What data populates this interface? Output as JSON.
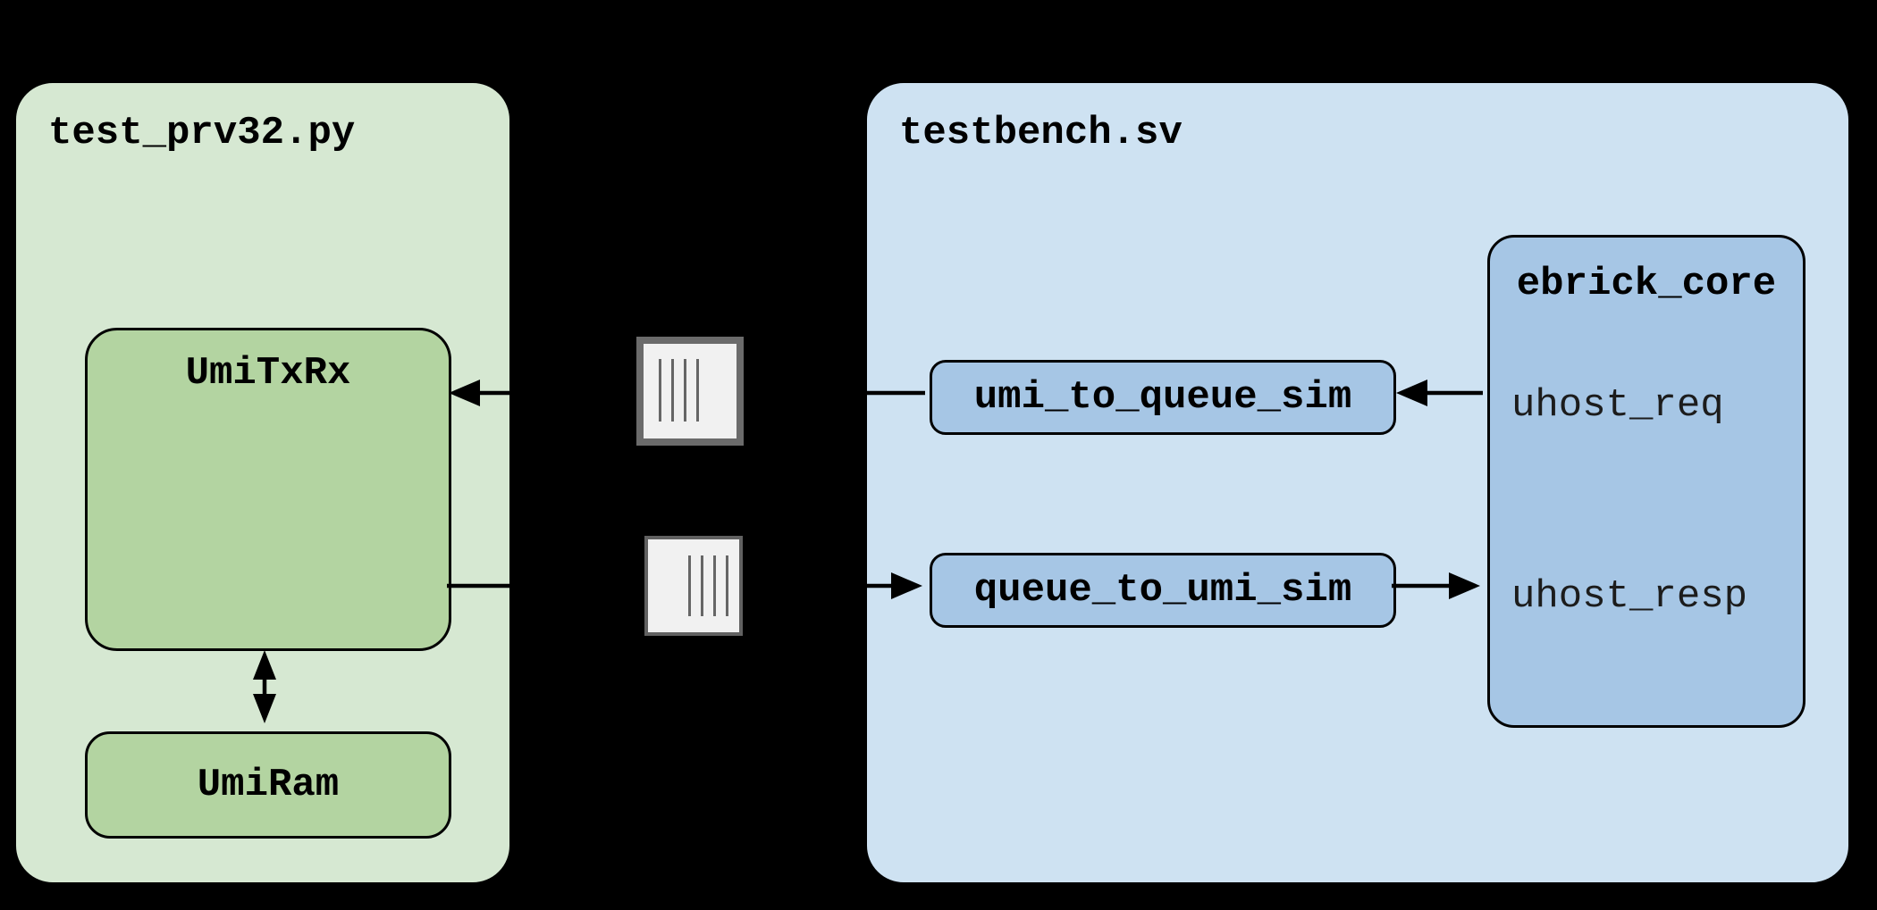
{
  "python_group": {
    "title": "test_prv32.py",
    "nodes": [
      {
        "label": "UmiTxRx"
      },
      {
        "label": "UmiRam"
      }
    ]
  },
  "testbench_group": {
    "title": "testbench.sv",
    "nodes": [
      {
        "label": "umi_to_queue_sim"
      },
      {
        "label": "queue_to_umi_sim"
      }
    ],
    "core": {
      "title": "ebrick_core",
      "ports": [
        "uhost_req",
        "uhost_resp"
      ]
    }
  },
  "icons": {
    "top": "queue-file-icon",
    "bottom": "queue-file-icon",
    "bar_count": 4
  },
  "connections": [
    {
      "from": "umi_to_queue_sim",
      "to": "UmiTxRx",
      "direction": "left",
      "via": "queue-file"
    },
    {
      "from": "uhost_req",
      "to": "umi_to_queue_sim",
      "direction": "left"
    },
    {
      "from": "UmiTxRx",
      "to": "queue_to_umi_sim",
      "direction": "right",
      "via": "queue-file"
    },
    {
      "from": "queue_to_umi_sim",
      "to": "uhost_resp",
      "direction": "right"
    },
    {
      "from": "UmiTxRx",
      "to": "UmiRam",
      "direction": "both"
    }
  ],
  "colors": {
    "background": "#000000",
    "python_group_fill": "#d6e8d2",
    "python_node_fill": "#b3d4a1",
    "testbench_group_fill": "#cee2f2",
    "testbench_node_fill": "#a6c6e5",
    "border": "#000000",
    "icon_fill": "#f1f1f1",
    "icon_border_top": "#6b6b6b",
    "icon_border_bottom": "#616161",
    "icon_bar": "#666666",
    "label_text": "#000000",
    "port_text": "#1c1c1c"
  }
}
